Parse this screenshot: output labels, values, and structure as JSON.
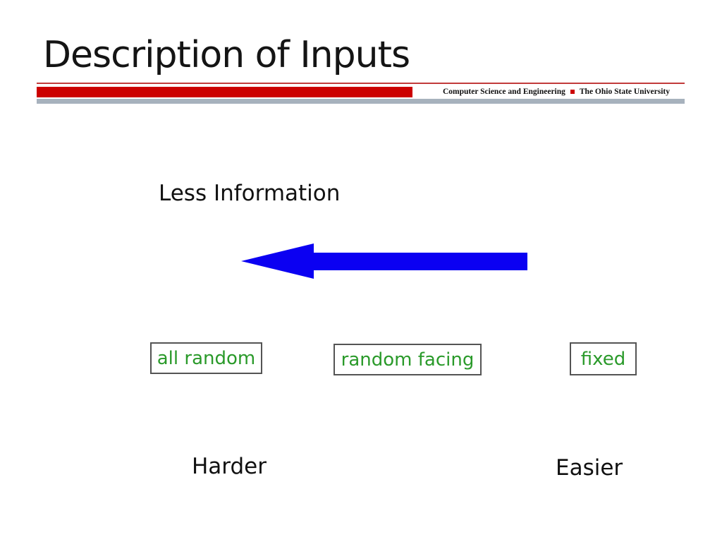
{
  "slide": {
    "title": "Description of Inputs",
    "branding": {
      "department": "Computer Science and Engineering",
      "separator_icon": "red-square-bullet",
      "university": "The Ohio State University"
    },
    "diagram": {
      "axis_label": "Less Information",
      "arrow_direction": "left",
      "boxes": [
        {
          "label": "all random"
        },
        {
          "label": "random facing"
        },
        {
          "label": "fixed"
        }
      ],
      "left_end_label": "Harder",
      "right_end_label": "Easier"
    },
    "colors": {
      "accent_red": "#cc0000",
      "thin_rule_red": "#c23b3b",
      "rule_gray": "#a7b2bd",
      "arrow_blue": "#0b00f2",
      "box_text_green": "#2a9a2a",
      "box_border_gray": "#545454"
    }
  }
}
